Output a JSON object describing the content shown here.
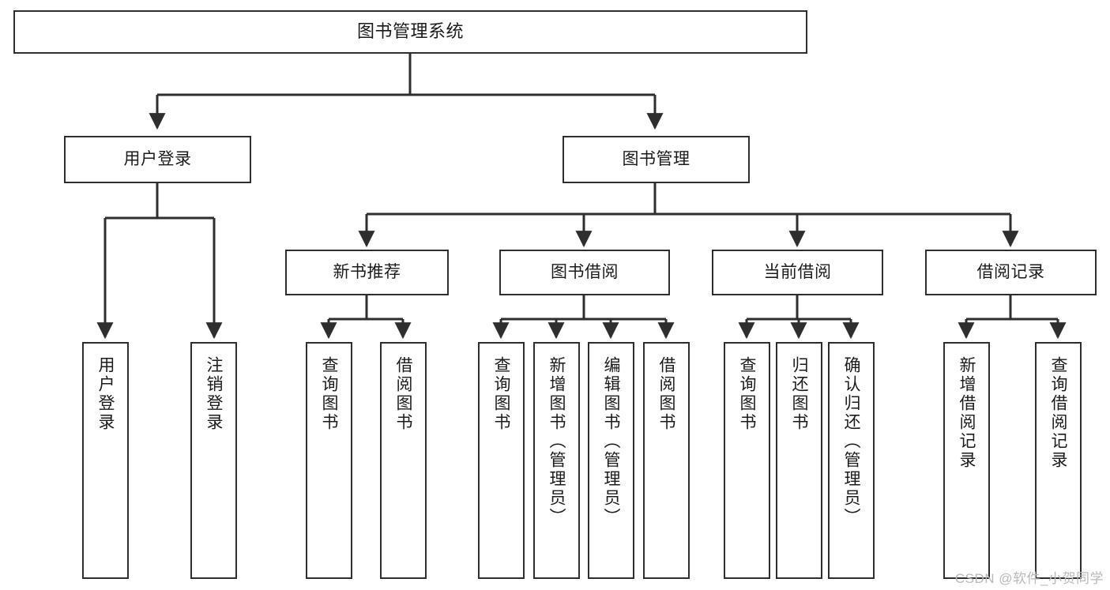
{
  "diagram": {
    "title": "图书管理系统",
    "type": "hierarchy-tree",
    "watermark": "CSDN @软件_小贺同学",
    "colors": {
      "box_border": "#2e2e2e",
      "box_fill": "#ffffff",
      "edge": "#2e2e2e",
      "text": "#1b1b1b",
      "watermark": "#b9b9b9"
    },
    "nodes": {
      "root": {
        "label": "图书管理系统"
      },
      "level2": [
        {
          "label": "用户登录"
        },
        {
          "label": "图书管理"
        }
      ],
      "level3": [
        {
          "label": "新书推荐"
        },
        {
          "label": "图书借阅"
        },
        {
          "label": "当前借阅"
        },
        {
          "label": "借阅记录"
        }
      ],
      "leaves": {
        "user_login": [
          {
            "label": "用户登录"
          },
          {
            "label": "注销登录"
          }
        ],
        "new_books": [
          {
            "label": "查询图书"
          },
          {
            "label": "借阅图书"
          }
        ],
        "book_borrow": [
          {
            "label": "查询图书"
          },
          {
            "label": "新增图书（管理员）"
          },
          {
            "label": "编辑图书（管理员）"
          },
          {
            "label": "借阅图书"
          }
        ],
        "current_borrow": [
          {
            "label": "查询图书"
          },
          {
            "label": "归还图书"
          },
          {
            "label": "确认归还（管理员）"
          }
        ],
        "borrow_records": [
          {
            "label": "新增借阅记录"
          },
          {
            "label": "查询借阅记录"
          }
        ]
      }
    }
  }
}
